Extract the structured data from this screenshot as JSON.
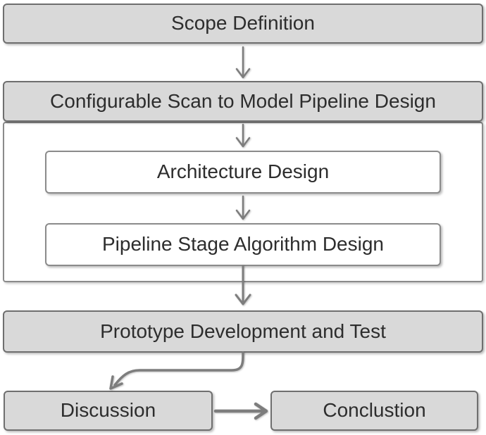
{
  "colors": {
    "box_fill": "#d9d9d9",
    "box_border": "#6f6f6f",
    "inner_border": "#8b8b8b",
    "arrow": "#7d7d7d",
    "text": "#2d2d2d",
    "background": "#ffffff"
  },
  "nodes": {
    "scope": "Scope Definition",
    "pipeline_design": "Configurable Scan to Model Pipeline Design",
    "architecture": "Architecture Design",
    "stage_algorithm": "Pipeline Stage Algorithm Design",
    "prototype": "Prototype Development and Test",
    "discussion": "Discussion",
    "conclusion": "Conclustion"
  }
}
